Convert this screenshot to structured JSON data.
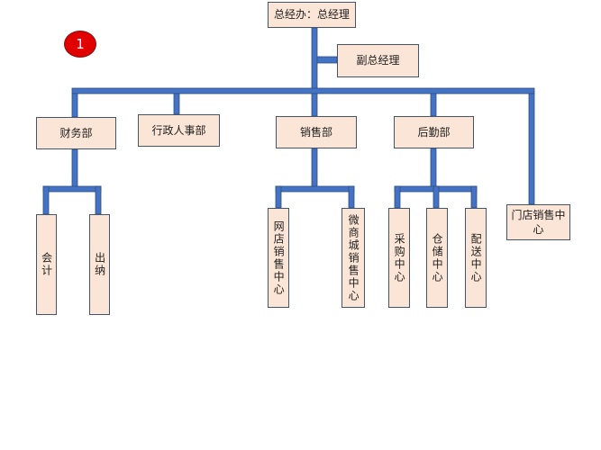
{
  "badge": "1",
  "org": {
    "top": "总经办：总经理",
    "deputy": "副总经理",
    "finance": "财务部",
    "admin": "行政人事部",
    "sales": "销售部",
    "logistics": "后勤部",
    "store_sales": "门店销售中心",
    "accounting": "会计",
    "cashier": "出纳",
    "online_store": "网店销售中心",
    "micro_mall": "微商城销售中心",
    "purchasing": "采购中心",
    "warehouse": "仓储中心",
    "distribution": "配送中心"
  },
  "colors": {
    "line": "#4472c4",
    "line_border": "#2f4f7f",
    "box_fill": "#fbe5d6",
    "box_border": "#44546a",
    "badge": "#e00000"
  }
}
